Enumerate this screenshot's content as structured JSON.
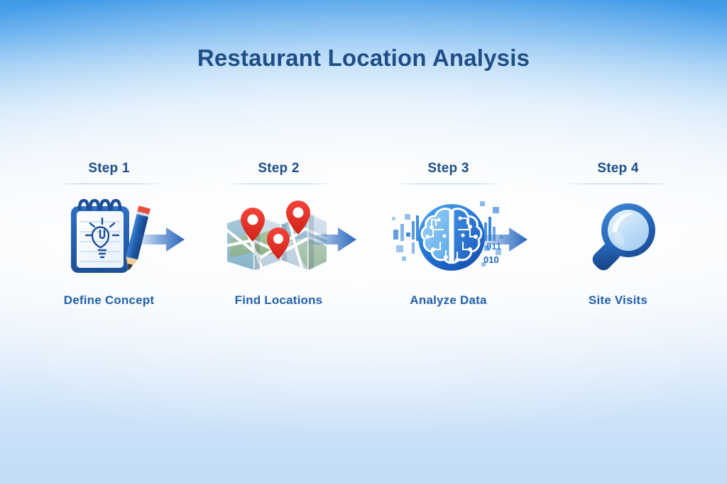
{
  "header": {
    "title": "Restaurant Location Analysis"
  },
  "theme": {
    "title_color": "#1f4e87",
    "step_label_color": "#1d4d88",
    "step_title_color": "#2260a8",
    "accent_blue": "#2f6fc4",
    "arrow_blue": "#2f6fc4",
    "pin_red": "#e8302a",
    "background_top": "#3d99e8",
    "background_mid": "#f8fbfe",
    "background_bottom": "#c2dbf7"
  },
  "steps": [
    {
      "label": "Step 1",
      "title": "Define Concept",
      "icon": "notepad-lightbulb-pencil-icon"
    },
    {
      "label": "Step 2",
      "title": "Find Locations",
      "icon": "folded-map-pins-icon"
    },
    {
      "label": "Step 3",
      "title": "Analyze Data",
      "icon": "ai-brain-circuit-icon",
      "icon_text": [
        "011",
        "010"
      ]
    },
    {
      "label": "Step 4",
      "title": "Site Visits",
      "icon": "magnifying-glass-icon"
    }
  ],
  "connectors": [
    {
      "name": "arrow-step1-step2"
    },
    {
      "name": "arrow-step2-step3"
    },
    {
      "name": "arrow-step3-step4"
    }
  ]
}
